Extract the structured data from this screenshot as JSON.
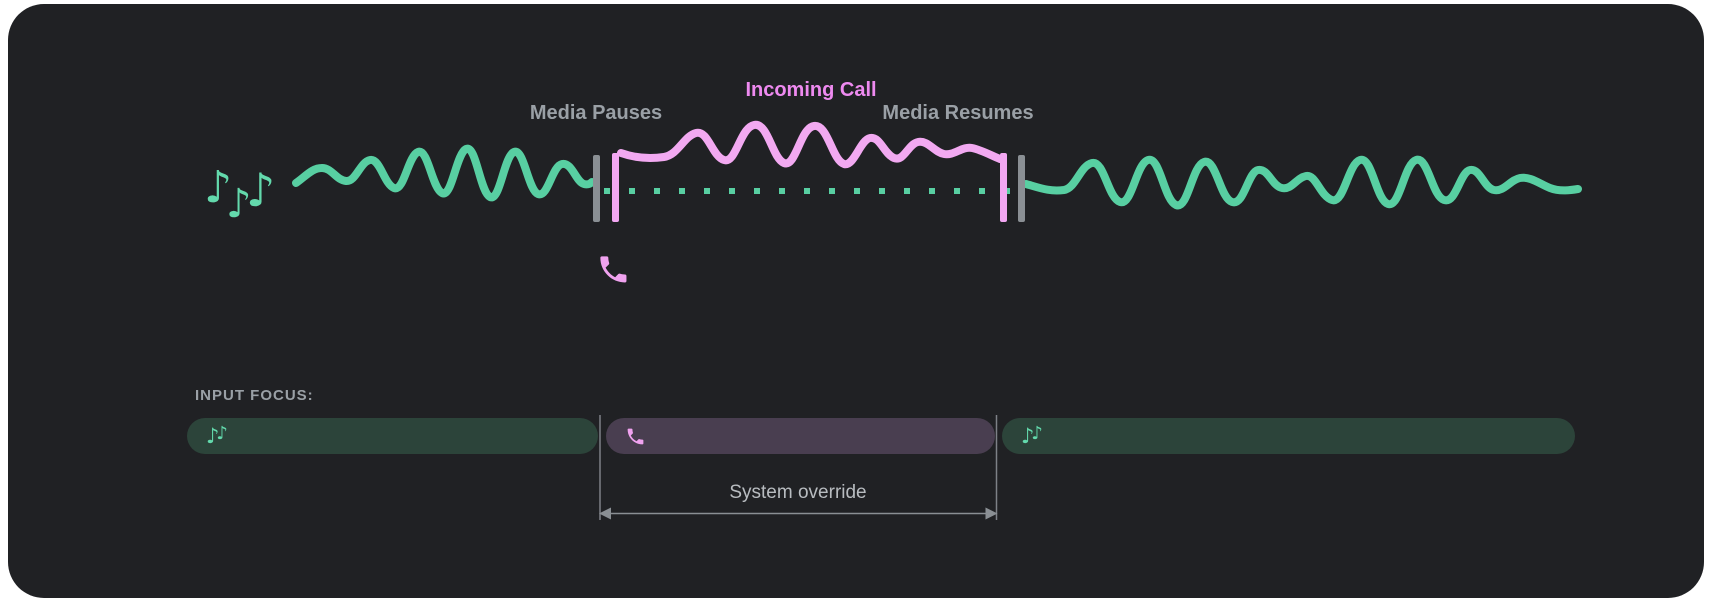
{
  "colors": {
    "page-bg": "#ffffff",
    "card-bg": "#202124",
    "wave-green": "#58cfa2",
    "wave-pink": "#f2a9f1",
    "label-gray": "#9aa0a6",
    "label-pink": "#ee8af0",
    "focus-green": "#2c443a",
    "focus-purple": "#493e50",
    "note-green": "#63d9ac",
    "icon-pink": "#f0a2ef",
    "guide-gray": "#7d8187",
    "arrow-gray": "#8a8f94",
    "bar-gray": "#8a8f94",
    "bar-pink": "#f3a7f3",
    "override-text": "#b8bcc0"
  },
  "timeline": {
    "media_pauses_label": "Media Pauses",
    "incoming_call_label": "Incoming Call",
    "media_resumes_label": "Media Resumes"
  },
  "input_focus": {
    "heading": "INPUT FOCUS:",
    "override_label": "System override",
    "segments": [
      {
        "type": "media",
        "icon": "music-notes-icon"
      },
      {
        "type": "call",
        "icon": "phone-icon"
      },
      {
        "type": "media",
        "icon": "music-notes-icon"
      }
    ]
  },
  "icons": {
    "music_note_glyph": "♪"
  }
}
